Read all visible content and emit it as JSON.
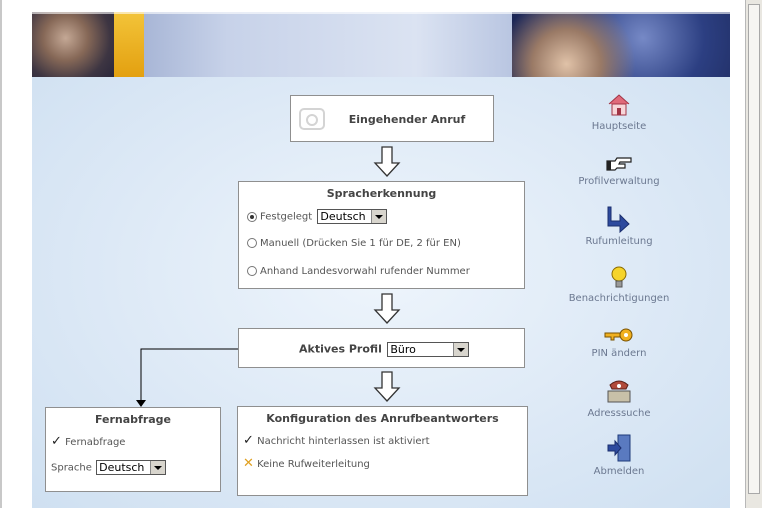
{
  "incoming_call": {
    "label": "Eingehender Anruf"
  },
  "speech_recognition": {
    "title": "Spracherkennung",
    "fixed_label": "Festgelegt",
    "fixed_value": "Deutsch",
    "manual_label": "Manuell (Drücken Sie 1 für DE, 2 für EN)",
    "auto_label": "Anhand Landesvorwahl rufender Nummer",
    "selected": "fixed"
  },
  "active_profile": {
    "label": "Aktives Profil",
    "value": "Büro"
  },
  "remote_access": {
    "title": "Fernabfrage",
    "check_label": "Fernabfrage",
    "language_label": "Sprache",
    "language_value": "Deutsch"
  },
  "voicemail_config": {
    "title": "Konfiguration des Anrufbeantworters",
    "message_label": "Nachricht hinterlassen ist aktiviert",
    "forward_label": "Keine Rufweiterleitung"
  },
  "nav": {
    "items": [
      {
        "label": "Hauptseite",
        "icon": "home-icon"
      },
      {
        "label": "Profilverwaltung",
        "icon": "pointing-hand-icon"
      },
      {
        "label": "Rufumleitung",
        "icon": "redirect-arrow-icon"
      },
      {
        "label": "Benachrichtigungen",
        "icon": "lightbulb-icon"
      },
      {
        "label": "PIN ändern",
        "icon": "key-icon"
      },
      {
        "label": "Adresssuche",
        "icon": "phone-book-icon"
      },
      {
        "label": "Abmelden",
        "icon": "logout-door-icon"
      }
    ]
  },
  "colors": {
    "background": "#dde9f6",
    "nav_text": "#6b7890",
    "check": "#222222",
    "cross": "#e0a020"
  }
}
